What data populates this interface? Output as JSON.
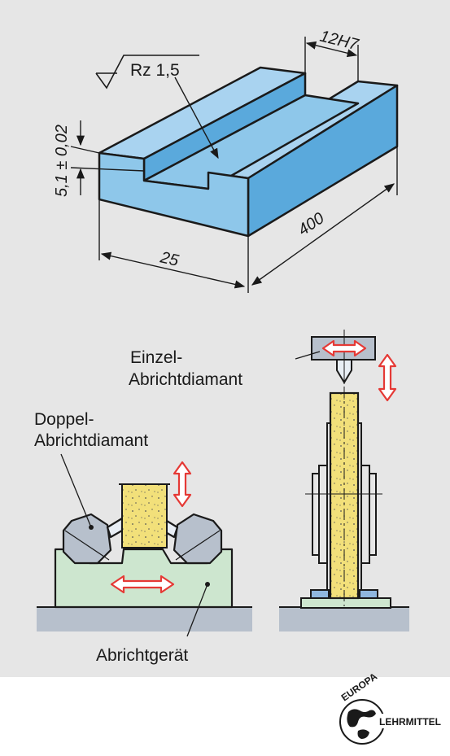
{
  "top": {
    "surface_symbol": "Rz 1,5",
    "dim_slot": "12H7",
    "dim_height": "5,1 ± 0,02",
    "dim_length": "400",
    "dim_width": "25"
  },
  "bottom": {
    "label_single": [
      "Einzel-",
      "Abrichtdiamant"
    ],
    "label_double": [
      "Doppel-",
      "Abrichtdiamant"
    ],
    "label_device": "Abrichtgerät"
  },
  "logo": {
    "arc_text": "EUROPA",
    "side_text": "LEHRMITTEL"
  },
  "colors": {
    "panel": "#e6e6e6",
    "block_top": "#a9d3f0",
    "block_front": "#8ec7ea",
    "block_side": "#5aa9dc",
    "device": "#cde6cf",
    "base": "#b7c0cc",
    "wheel": "#f2e07a",
    "arrow": "#e53935",
    "blue_pad": "#8fb7de"
  }
}
